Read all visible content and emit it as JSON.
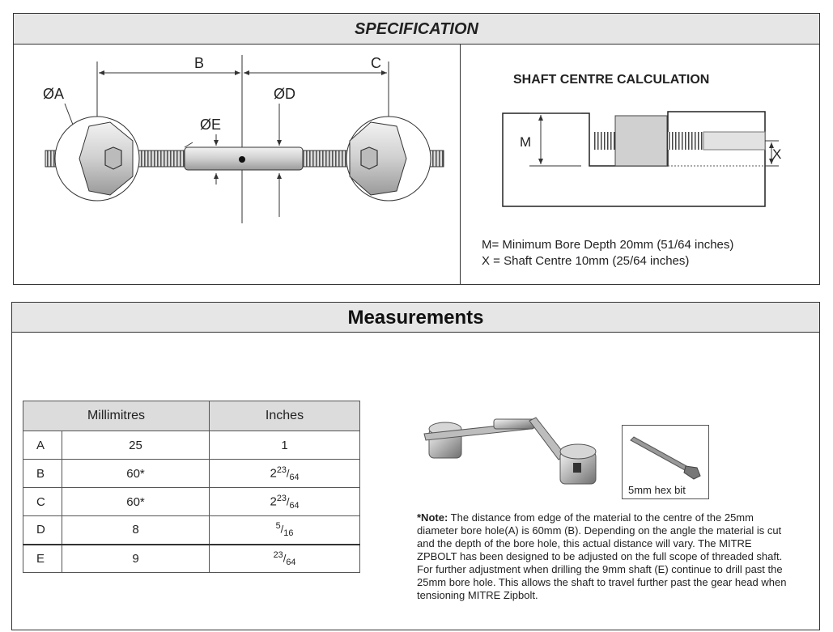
{
  "specification": {
    "title": "SPECIFICATION",
    "dim_labels": {
      "a": "ØA",
      "b": "B",
      "c": "C",
      "d": "ØD",
      "e": "ØE"
    },
    "calc_title": "SHAFT CENTRE CALCULATION",
    "m_label": "M",
    "x_label": "X",
    "legend_m": "M= Minimum Bore Depth 20mm (51/64 inches)",
    "legend_x": "X = Shaft Centre 10mm (25/64 inches)"
  },
  "measurements": {
    "title": "Measurements",
    "columns": [
      "Millimitres",
      "Inches"
    ],
    "rows": [
      {
        "label": "A",
        "mm": "25",
        "in_whole": "1",
        "in_num": "",
        "in_den": ""
      },
      {
        "label": "B",
        "mm": "60*",
        "in_whole": "2",
        "in_num": "23",
        "in_den": "64"
      },
      {
        "label": "C",
        "mm": "60*",
        "in_whole": "2",
        "in_num": "23",
        "in_den": "64"
      },
      {
        "label": "D",
        "mm": "8",
        "in_whole": "",
        "in_num": "5",
        "in_den": "16"
      },
      {
        "label": "E",
        "mm": "9",
        "in_whole": "",
        "in_num": "23",
        "in_den": "64"
      }
    ],
    "hex_caption": "5mm hex bit",
    "note_prefix": "*Note:",
    "note_text": " The distance from edge of the material to the centre of the 25mm diameter bore hole(A) is 60mm (B). Depending on the angle the material is cut and the depth of the bore hole, this actual distance will vary. The MITRE ZPBOLT has been designed to be adjusted on the full scope of threaded shaft. For further adjustment when drilling the 9mm shaft (E) continue to drill past the 25mm bore hole. This allows the shaft to travel further past the gear head when tensioning MITRE Zipbolt."
  }
}
